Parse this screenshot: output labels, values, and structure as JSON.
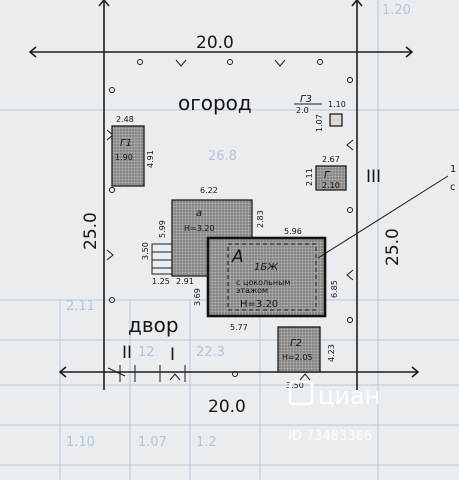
{
  "plot": {
    "dims": {
      "top": "20.0",
      "bottom": "20.0",
      "left": "25.0",
      "right": "25.0"
    },
    "zones": {
      "garden": "огород",
      "yard": "двор"
    },
    "roman": {
      "r2": "II",
      "r1": "I",
      "r3": "III"
    }
  },
  "buildings": {
    "g1": {
      "label": "Г1",
      "area": "1.90",
      "w": "2.48",
      "h": "4.91"
    },
    "g3": {
      "label": "Г3",
      "area": "2.0",
      "w": "1.10",
      "h": "1.07"
    },
    "g_small": {
      "label": "Г",
      "area": "2.10",
      "w": "2.67",
      "h": "2.11"
    },
    "a": {
      "label": "а",
      "height": "H=3.20",
      "w": "6.22",
      "h": "5.99",
      "h2": "2.83",
      "steps_w": "3.50",
      "porch": "1.25",
      "bottom": "2.91"
    },
    "main": {
      "label": "А",
      "type": "1БЖ",
      "note1": "с цокольным",
      "note2": "этажом",
      "height": "H=3.20",
      "w": "5.96",
      "h": "6.85",
      "left": "3.69",
      "bottom": "5.77"
    },
    "g2": {
      "label": "Г2",
      "height": "H=2.05",
      "w": "3.50",
      "h": "4.23"
    }
  },
  "side_text": {
    "t1": "1",
    "t2": "с"
  },
  "watermark": {
    "brand": "циан",
    "id": "ID 73483386"
  },
  "background_table": {
    "r1": "1.20",
    "r2": "26.8",
    "r3": "2.11",
    "r4": "1.10",
    "r5": "1.07",
    "r6": "1.2",
    "r7": "22.3",
    "r8": "12"
  }
}
